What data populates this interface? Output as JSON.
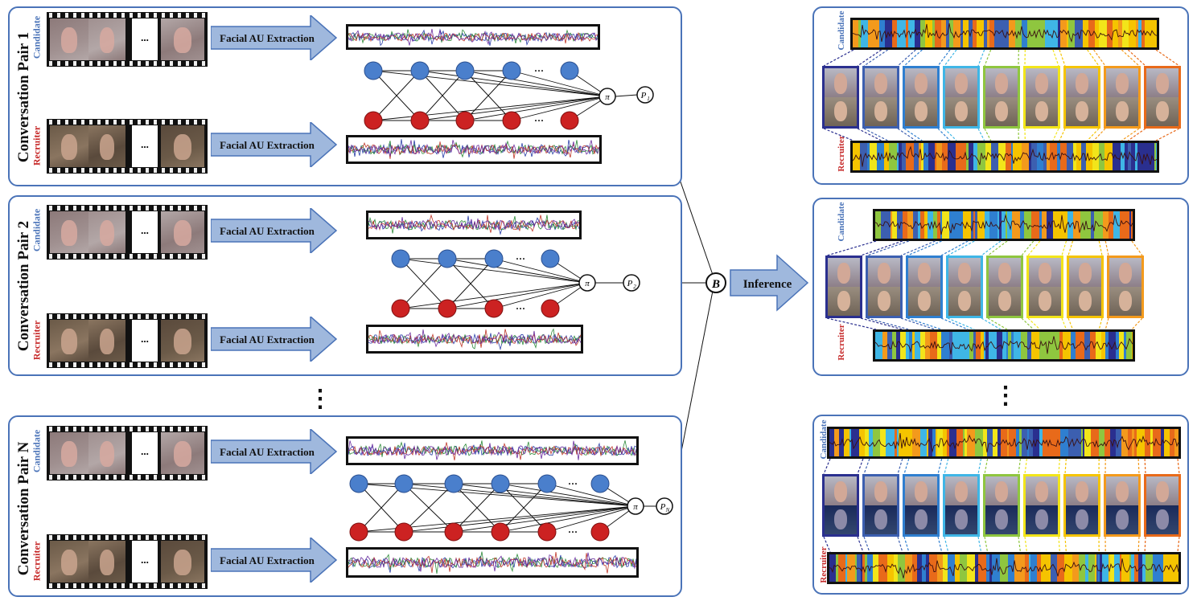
{
  "pairs": [
    {
      "title": "Conversation Pair 1",
      "candidate": "Candidate",
      "recruiter": "Recruiter",
      "extract_top": "Facial AU Extraction",
      "extract_bottom": "Facial AU Extraction",
      "prior": "P",
      "prior_sub": "1",
      "pi": "π",
      "ellipsis": "···"
    },
    {
      "title": "Conversation Pair 2",
      "candidate": "Candidate",
      "recruiter": "Recruiter",
      "extract_top": "Facial AU Extraction",
      "extract_bottom": "Facial AU Extraction",
      "prior": "P",
      "prior_sub": "2",
      "pi": "π",
      "ellipsis": "···"
    },
    {
      "title": "Conversation Pair N",
      "candidate": "Candidate",
      "recruiter": "Recruiter",
      "extract_top": "Facial AU Extraction",
      "extract_bottom": "Facial AU Extraction",
      "prior": "P",
      "prior_sub": "N",
      "pi": "π",
      "ellipsis": "···"
    }
  ],
  "film_ellipsis": "...",
  "vertical_dots": "⋮",
  "global_node": "B",
  "inference_label": "Inference",
  "results": [
    {
      "candidate": "Candidate",
      "recruiter": "Recruiter",
      "frames": 9
    },
    {
      "candidate": "Candidate",
      "recruiter": "Recruiter",
      "frames": 8
    },
    {
      "candidate": "Candidate",
      "recruiter": "Recruiter",
      "frames": 9
    }
  ],
  "colors": {
    "panel_border": "#4a73b8",
    "candidate_node": "#4a7fcc",
    "recruiter_node": "#cc2222",
    "arrow_fill": "#9fb8dd",
    "state_colors": [
      "#2a2f8f",
      "#3c5fb0",
      "#2f7fd0",
      "#3fb6e6",
      "#8fc63f",
      "#f2e51a",
      "#f5c400",
      "#f39a1c",
      "#e86a1a"
    ]
  }
}
